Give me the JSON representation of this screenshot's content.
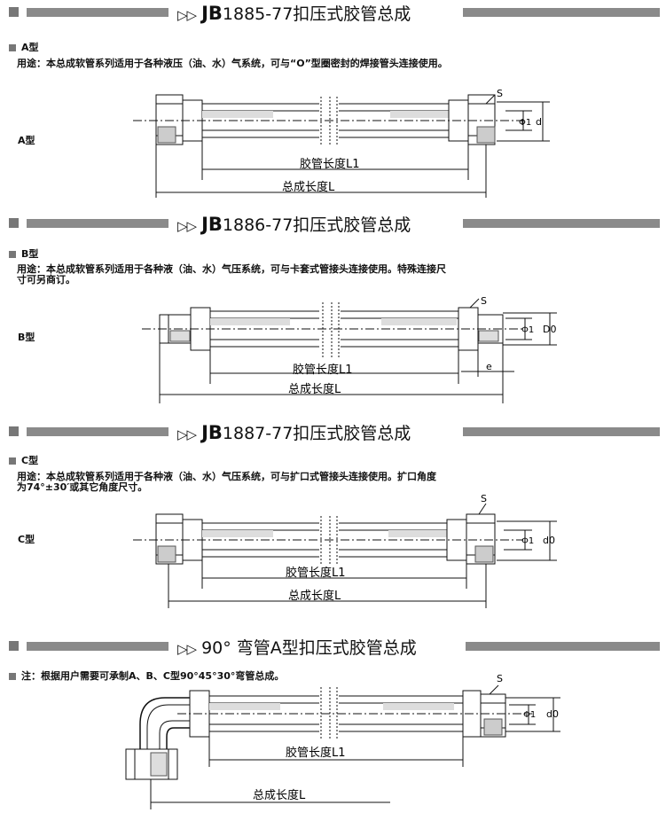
{
  "sections": [
    {
      "title_code": "JB",
      "title_rest": "1885-77扣压式胶管总成",
      "type_heading": "A型",
      "usage_lines": [
        "用途：本总成软管系列适用于各种液压（油、水）气系统，可与“O”型圈密封的焊接管头连接使用。"
      ],
      "side_label": "A型",
      "label_s": "S",
      "label_d1": "Φ1",
      "label_d": "d",
      "label_l1": "胶管长度L1",
      "label_l": "总成长度L"
    },
    {
      "title_code": "JB",
      "title_rest": "1886-77扣压式胶管总成",
      "type_heading": "B型",
      "usage_lines": [
        "用途：本总成软管系列适用于各种液（油、水）气压系统，可与卡套式管接头连接使用。特殊连接尺",
        "寸可另商订。"
      ],
      "side_label": "B型",
      "label_s": "S",
      "label_d1": "Φ1",
      "label_d": "D0",
      "label_e": "e",
      "label_l1": "胶管长度L1",
      "label_l": "总成长度L"
    },
    {
      "title_code": "JB",
      "title_rest": "1887-77扣压式胶管总成",
      "type_heading": "C型",
      "usage_lines": [
        "用途：本总成软管系列适用于各种液（油、水）气压系统，可与扩口式管接头连接使用。扩口角度",
        "为74°±30′或其它角度尺寸。"
      ],
      "side_label": "C型",
      "label_s": "S",
      "label_d1": "Φ1",
      "label_d": "d0",
      "label_l1": "胶管长度L1",
      "label_l": "总成长度L"
    },
    {
      "title_code": "",
      "title_rest": "90° 弯管A型扣压式胶管总成",
      "type_heading": "",
      "usage_lines": [
        "注：根据用户需要可承制A、B、C型90°45°30°弯管总成。"
      ],
      "side_label": "",
      "label_s": "S",
      "label_d1": "Φ1",
      "label_d": "d0",
      "label_l1": "胶管长度L1",
      "label_l": "总成长度L"
    }
  ]
}
